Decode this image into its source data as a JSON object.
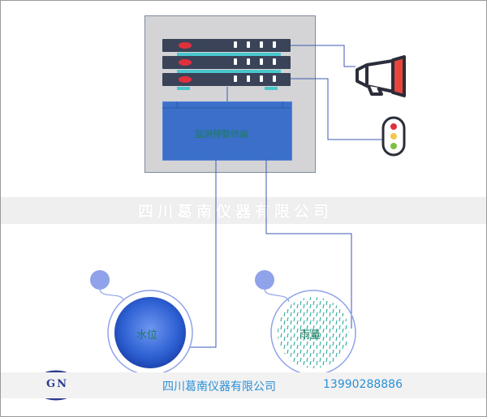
{
  "diagram": {
    "watermark": "四川葛南仪器有限公司",
    "monitor_label": "监测预警终端",
    "sensor_water_label": "水位",
    "sensor_rain_label": "雨量"
  },
  "footer": {
    "company": "四川葛南仪器有限公司",
    "phone": "13990288886",
    "logo_letters": "GN"
  },
  "colors": {
    "cabinet": "#d4d4d6",
    "rack": "#3a4358",
    "monitor": "#3b6fca",
    "wire": "#3a5bb0",
    "accent_red": "#e0303e",
    "cyan": "#49c7cd",
    "text_green": "#1d7b5e",
    "footer_blue": "#2a8fd6"
  }
}
